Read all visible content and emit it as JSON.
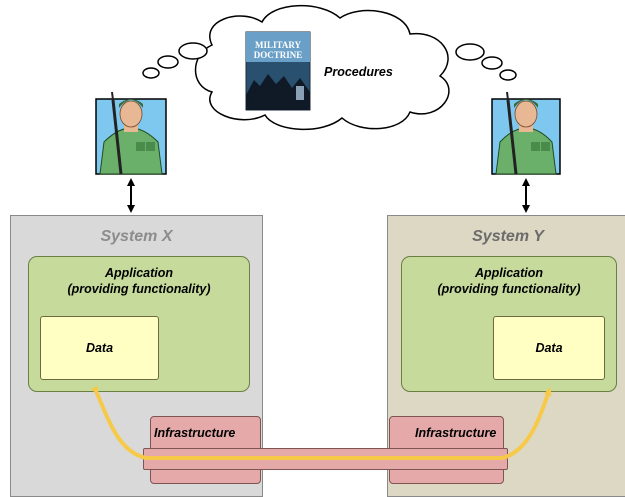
{
  "cloud": {
    "book_title_line1": "MILITARY",
    "book_title_line2": "DOCTRINE",
    "label": "Procedures"
  },
  "system_x": {
    "title": "System X",
    "application_line1": "Application",
    "application_line2": "(providing functionality)",
    "data": "Data",
    "infrastructure": "Infrastructure"
  },
  "system_y": {
    "title": "System Y",
    "application_line1": "Application",
    "application_line2": "(providing functionality)",
    "data": "Data",
    "infrastructure": "Infrastructure"
  },
  "colors": {
    "system_x_fill": "#d9d9d9",
    "system_y_fill": "#ddd8c4",
    "application_fill": "#c6da9b",
    "data_fill": "#ffffc4",
    "infrastructure_fill": "#e4a9a8",
    "link_line": "#f7c948",
    "system_title_x": "#8c8c8c",
    "system_title_y": "#6b6b6b"
  }
}
